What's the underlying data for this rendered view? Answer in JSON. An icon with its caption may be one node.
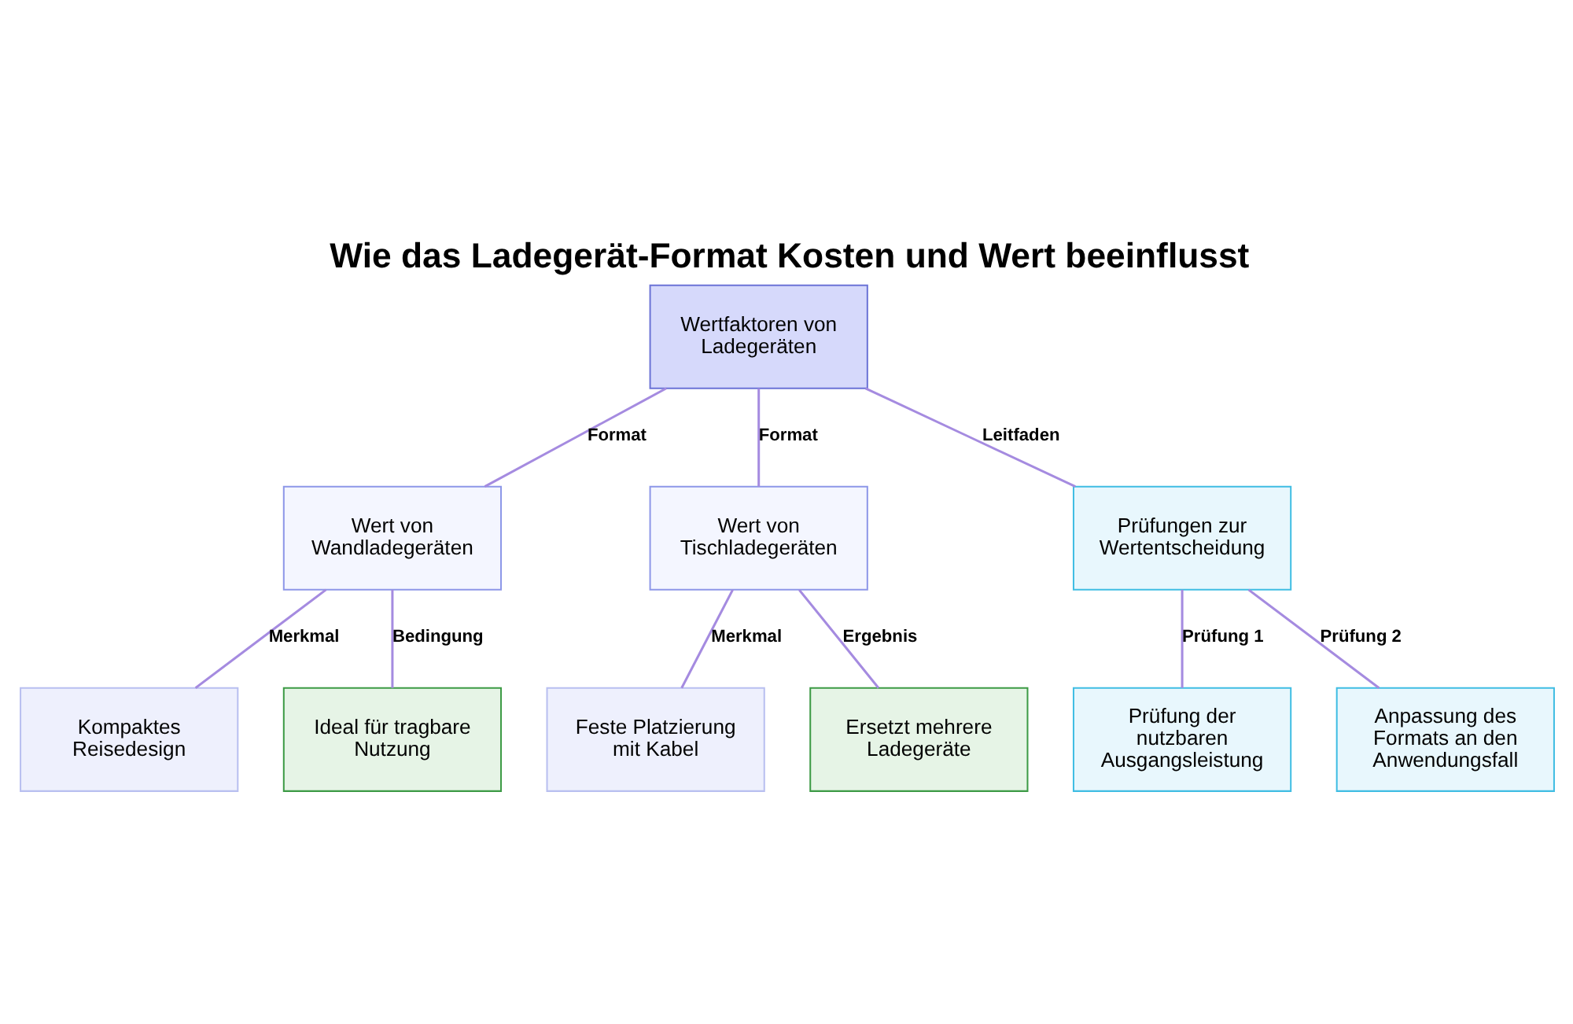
{
  "diagram": {
    "title": "Wie das Ladegerät-Format Kosten und Wert beeinflusst",
    "nodes": [
      {
        "text": [
          "Wertfaktoren von Ladegeräten"
        ]
      },
      {
        "text": [
          "Wert von Wandladegeräten"
        ]
      },
      {
        "text": [
          "Wert von Tischladegeräten"
        ]
      },
      {
        "text": [
          "Prüfungen zur Wertentscheidung"
        ]
      },
      {
        "text": [
          "Kompaktes Reisedesign"
        ]
      },
      {
        "text": [
          "Ideal für tragbare Nutzung"
        ]
      },
      {
        "text": [
          "Feste Platzierung mit Kabel"
        ]
      },
      {
        "text": [
          "Ersetzt mehrere Ladegeräte"
        ]
      },
      {
        "text": [
          "Prüfung der nutzbaren Ausgangsleistung"
        ]
      },
      {
        "text": [
          "Anpassung des Formats an den Anwendungsfall"
        ]
      }
    ],
    "edges": [
      {
        "from": 0,
        "to": 1,
        "arrow": "none",
        "label": "Format"
      },
      {
        "from": 0,
        "to": 2,
        "arrow": "none",
        "label": "Format"
      },
      {
        "from": 0,
        "to": 3,
        "arrow": "none",
        "label": "Leitfaden"
      },
      {
        "from": 1,
        "to": 4,
        "arrow": "none",
        "label": "Merkmal"
      },
      {
        "from": 1,
        "to": 5,
        "arrow": "none",
        "label": "Bedingung"
      },
      {
        "from": 2,
        "to": 6,
        "arrow": "none",
        "label": "Merkmal"
      },
      {
        "from": 2,
        "to": 7,
        "arrow": "none",
        "label": "Ergebnis"
      },
      {
        "from": 3,
        "to": 8,
        "arrow": "none",
        "label": "Prüfung 1"
      },
      {
        "from": 3,
        "to": 9,
        "arrow": "none",
        "label": "Prüfung 2"
      }
    ]
  }
}
